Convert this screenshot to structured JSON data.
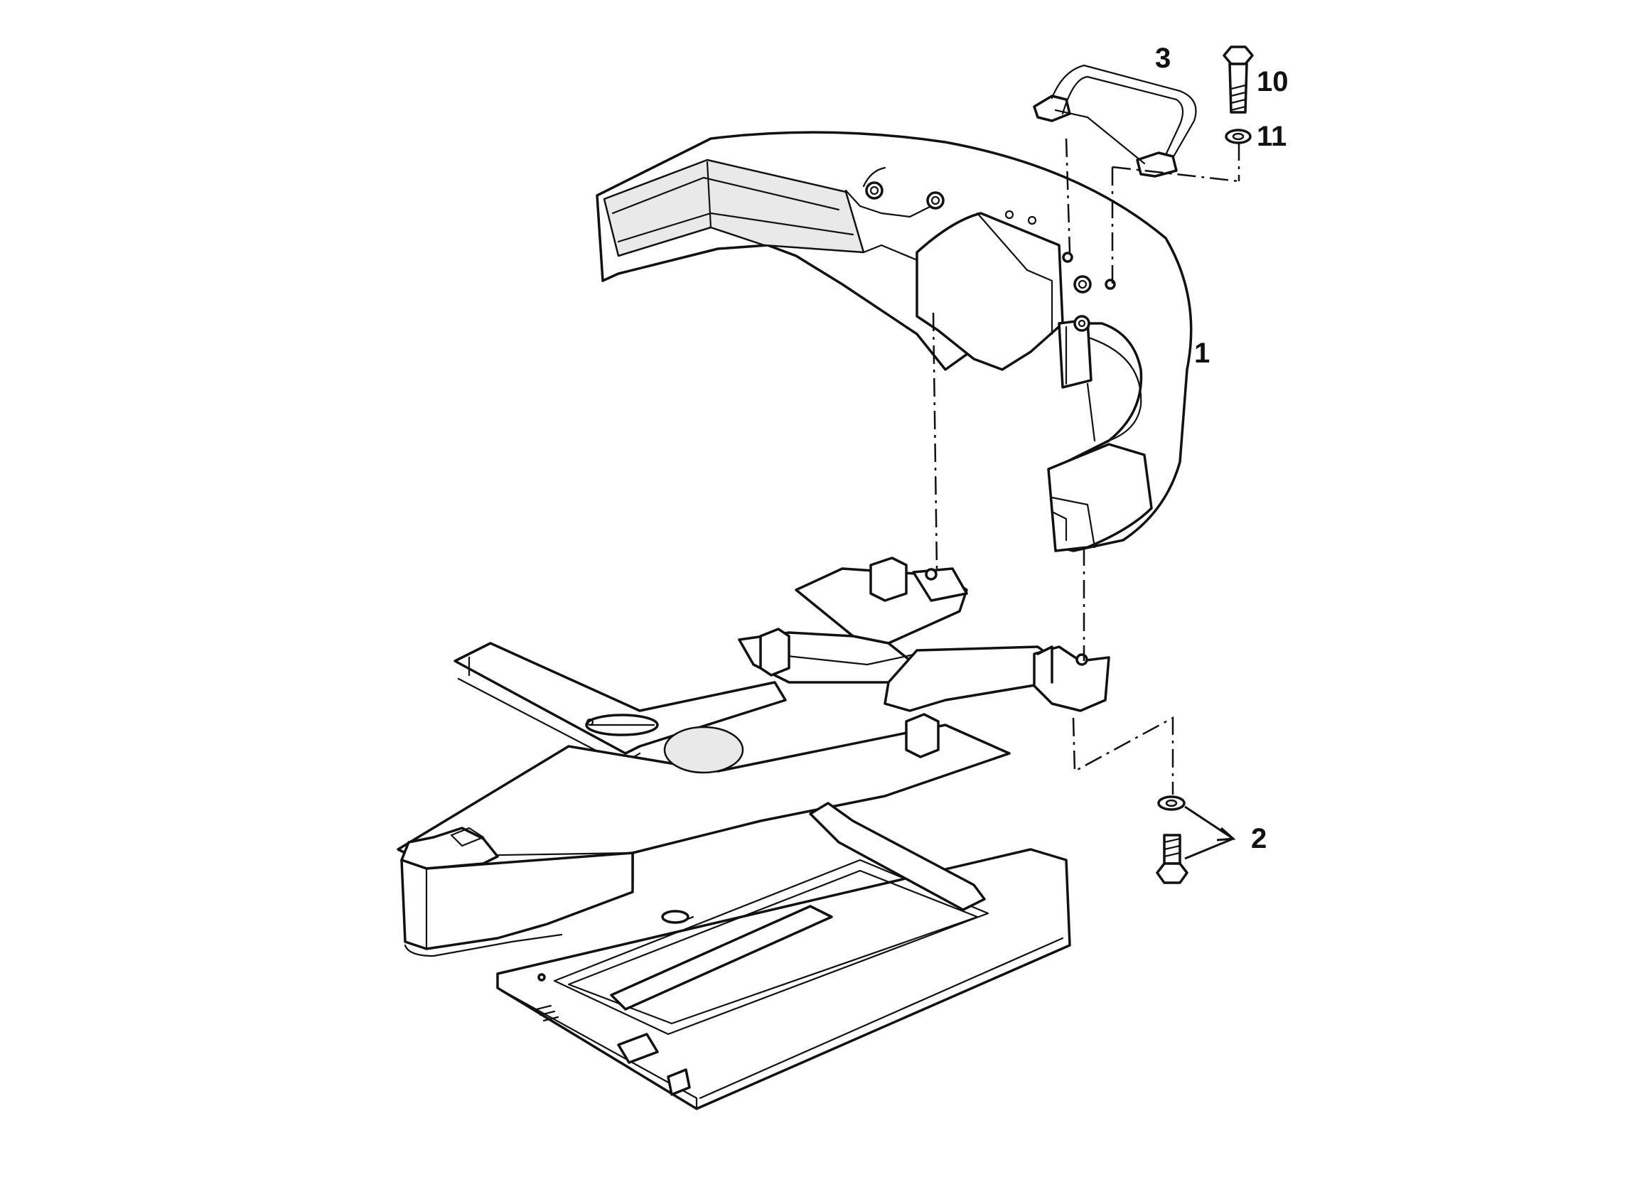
{
  "callouts": {
    "part_1": "1",
    "part_2": "2",
    "part_3": "3",
    "part_10": "10",
    "part_11": "11"
  },
  "colors": {
    "line": "#111111",
    "background": "#ffffff",
    "shade": "#e9e9e9"
  }
}
